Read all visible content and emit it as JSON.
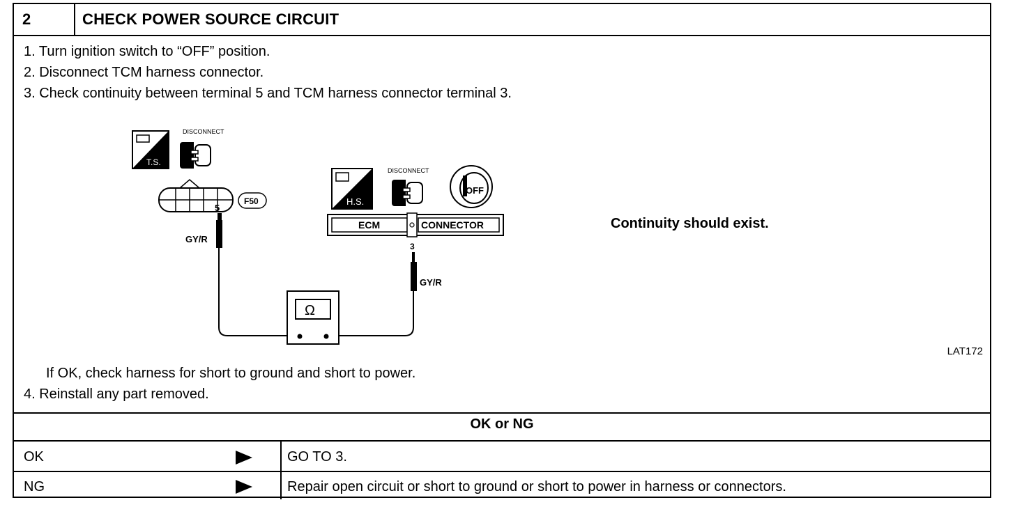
{
  "header": {
    "step_number": "2",
    "title": "CHECK POWER SOURCE CIRCUIT"
  },
  "instructions": [
    "1. Turn ignition switch to “OFF” position.",
    "2. Disconnect TCM harness connector.",
    "3. Check continuity between terminal 5 and TCM harness connector terminal 3."
  ],
  "diagram": {
    "ts_label": "T.S.",
    "hs_label": "H.S.",
    "disconnect_label": "DISCONNECT",
    "off_label": "OFF",
    "connector_id": "F50",
    "terminal_left": "5",
    "wire_left": "GY/R",
    "ecm_label": "ECM",
    "connector_label": "CONNECTOR",
    "terminal_right": "3",
    "wire_right": "GY/R",
    "meter_symbol": "Ω"
  },
  "expected_result": "Continuity should exist.",
  "figure_ref": "LAT172",
  "followup": [
    "If OK, check harness for short to ground and short to power.",
    "4. Reinstall any part removed."
  ],
  "ok_ng_heading": "OK or NG",
  "results": [
    {
      "label": "OK",
      "action": "GO TO 3."
    },
    {
      "label": "NG",
      "action": "Repair open circuit or short to ground or short to power in harness or connectors."
    }
  ]
}
